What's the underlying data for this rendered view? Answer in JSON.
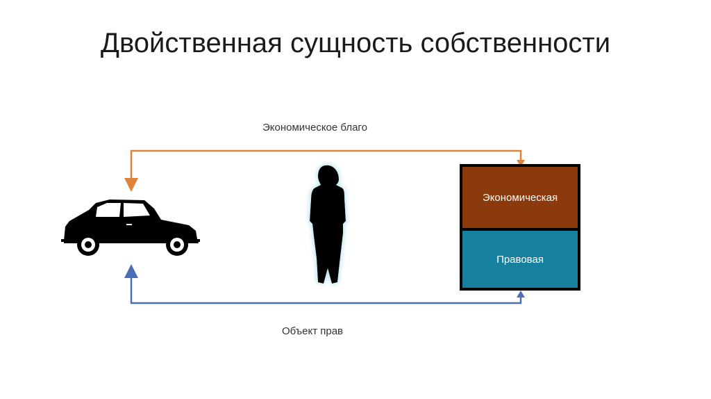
{
  "title": "Двойственная сущность собственности",
  "arrows": {
    "top_label": "Экономическое благо",
    "top_color": "#E0833A",
    "bottom_label": "Объект  прав",
    "bottom_color": "#4A6DB5"
  },
  "box": {
    "top_label": "Экономическая",
    "top_color": "#8A3A0C",
    "bottom_label": "Правовая",
    "bottom_color": "#17809F"
  },
  "icons": {
    "car": "car-icon",
    "person": "woman-silhouette-icon"
  }
}
